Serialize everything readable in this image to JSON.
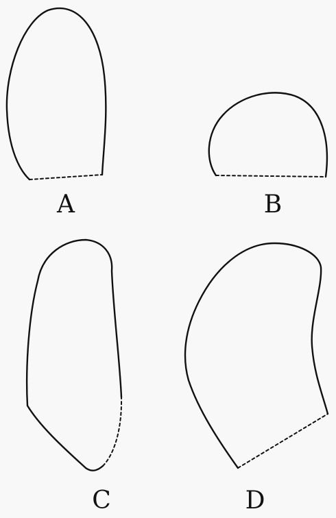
{
  "panels": [
    {
      "id": "A",
      "label": "A"
    },
    {
      "id": "B",
      "label": "B"
    },
    {
      "id": "C",
      "label": "C"
    },
    {
      "id": "D",
      "label": "D"
    }
  ],
  "colors": {
    "background": "#f8f8f8",
    "stroke": "#111111"
  }
}
